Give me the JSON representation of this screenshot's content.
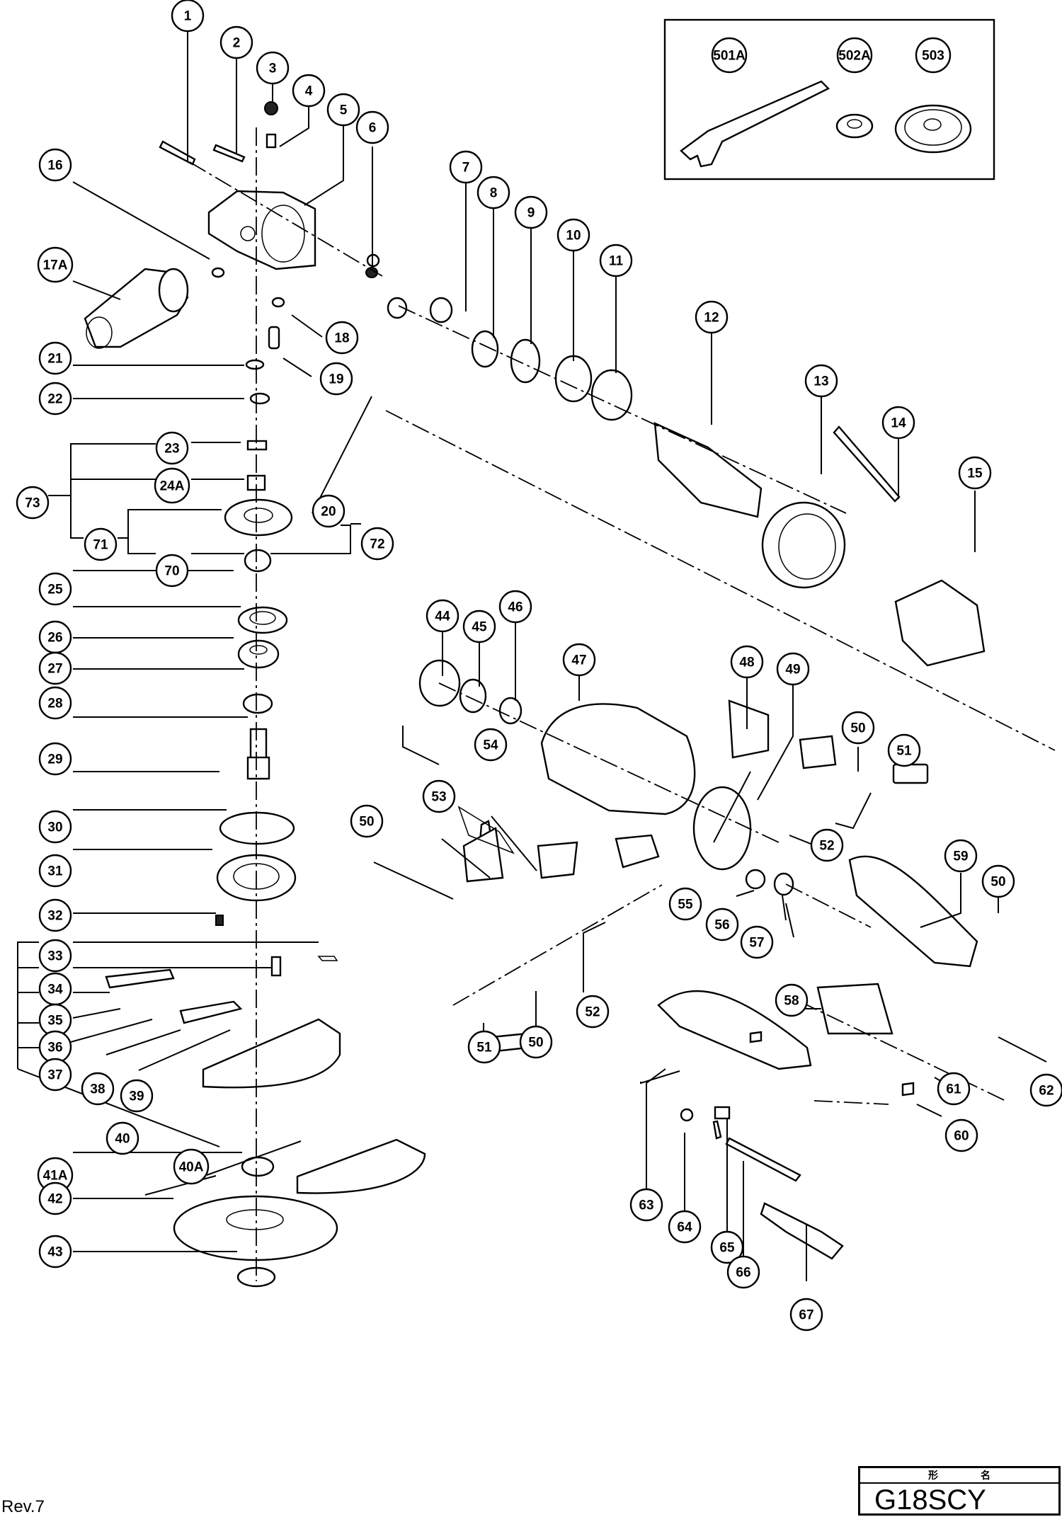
{
  "document": {
    "type": "exploded parts diagram",
    "model_number": "G18SCY",
    "title_block_header": [
      "形",
      "名"
    ],
    "revision": "Rev.7"
  },
  "accessory_box": {
    "callouts": [
      "501A",
      "502A",
      "503"
    ]
  },
  "callouts": [
    {
      "id": "1",
      "label": "1"
    },
    {
      "id": "2",
      "label": "2"
    },
    {
      "id": "3",
      "label": "3"
    },
    {
      "id": "4",
      "label": "4"
    },
    {
      "id": "5",
      "label": "5"
    },
    {
      "id": "6",
      "label": "6"
    },
    {
      "id": "7",
      "label": "7"
    },
    {
      "id": "8",
      "label": "8"
    },
    {
      "id": "9",
      "label": "9"
    },
    {
      "id": "10",
      "label": "10"
    },
    {
      "id": "11",
      "label": "11"
    },
    {
      "id": "12",
      "label": "12"
    },
    {
      "id": "13",
      "label": "13"
    },
    {
      "id": "14",
      "label": "14"
    },
    {
      "id": "15",
      "label": "15"
    },
    {
      "id": "16",
      "label": "16"
    },
    {
      "id": "17A",
      "label": "17A"
    },
    {
      "id": "18",
      "label": "18"
    },
    {
      "id": "19",
      "label": "19"
    },
    {
      "id": "20",
      "label": "20"
    },
    {
      "id": "21",
      "label": "21"
    },
    {
      "id": "22",
      "label": "22"
    },
    {
      "id": "23",
      "label": "23"
    },
    {
      "id": "24A",
      "label": "24A"
    },
    {
      "id": "73",
      "label": "73"
    },
    {
      "id": "71",
      "label": "71"
    },
    {
      "id": "70",
      "label": "70"
    },
    {
      "id": "72",
      "label": "72"
    },
    {
      "id": "25",
      "label": "25"
    },
    {
      "id": "26",
      "label": "26"
    },
    {
      "id": "27",
      "label": "27"
    },
    {
      "id": "28",
      "label": "28"
    },
    {
      "id": "29",
      "label": "29"
    },
    {
      "id": "30",
      "label": "30"
    },
    {
      "id": "31",
      "label": "31"
    },
    {
      "id": "32",
      "label": "32"
    },
    {
      "id": "33",
      "label": "33"
    },
    {
      "id": "34",
      "label": "34"
    },
    {
      "id": "35",
      "label": "35"
    },
    {
      "id": "36",
      "label": "36"
    },
    {
      "id": "37",
      "label": "37"
    },
    {
      "id": "38",
      "label": "38"
    },
    {
      "id": "39",
      "label": "39"
    },
    {
      "id": "40",
      "label": "40"
    },
    {
      "id": "40A",
      "label": "40A"
    },
    {
      "id": "41A",
      "label": "41A"
    },
    {
      "id": "42",
      "label": "42"
    },
    {
      "id": "43",
      "label": "43"
    },
    {
      "id": "44",
      "label": "44"
    },
    {
      "id": "45",
      "label": "45"
    },
    {
      "id": "46",
      "label": "46"
    },
    {
      "id": "47",
      "label": "47"
    },
    {
      "id": "48",
      "label": "48"
    },
    {
      "id": "49",
      "label": "49"
    },
    {
      "id": "50a",
      "label": "50"
    },
    {
      "id": "51a",
      "label": "51"
    },
    {
      "id": "54",
      "label": "54"
    },
    {
      "id": "53",
      "label": "53"
    },
    {
      "id": "50b",
      "label": "50"
    },
    {
      "id": "52a",
      "label": "52"
    },
    {
      "id": "55",
      "label": "55"
    },
    {
      "id": "56",
      "label": "56"
    },
    {
      "id": "57",
      "label": "57"
    },
    {
      "id": "59",
      "label": "59"
    },
    {
      "id": "50c",
      "label": "50"
    },
    {
      "id": "58",
      "label": "58"
    },
    {
      "id": "52b",
      "label": "52"
    },
    {
      "id": "51b",
      "label": "51"
    },
    {
      "id": "50d",
      "label": "50"
    },
    {
      "id": "62",
      "label": "62"
    },
    {
      "id": "61",
      "label": "61"
    },
    {
      "id": "60",
      "label": "60"
    },
    {
      "id": "63",
      "label": "63"
    },
    {
      "id": "64",
      "label": "64"
    },
    {
      "id": "65",
      "label": "65"
    },
    {
      "id": "66",
      "label": "66"
    },
    {
      "id": "67",
      "label": "67"
    }
  ]
}
